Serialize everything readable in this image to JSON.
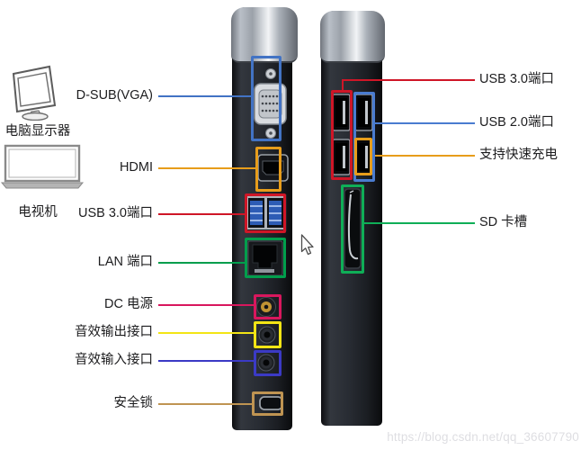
{
  "watermark": {
    "text": "https://blog.csdn.net/qq_36607790"
  },
  "connect_icons": {
    "monitor_label": "电脑显示器",
    "tv_label": "电视机"
  },
  "left_callouts": [
    {
      "label": "D-SUB(VGA)",
      "color": "#4273c4"
    },
    {
      "label": "HDMI",
      "color": "#e79d1b"
    },
    {
      "label": "USB 3.0端口",
      "color": "#cf1627"
    },
    {
      "label": "LAN 端口",
      "color": "#009e4c"
    },
    {
      "label": "DC 电源",
      "color": "#d8175d"
    },
    {
      "label": "音效输出接口",
      "color": "#f3e515"
    },
    {
      "label": "音效输入接口",
      "color": "#3b3ac5"
    },
    {
      "label": "安全锁",
      "color": "#bf9452"
    }
  ],
  "right_callouts": [
    {
      "label": "USB 3.0端口",
      "color": "#cf1627"
    },
    {
      "label": "USB 2.0端口",
      "color": "#4a7cd0"
    },
    {
      "label": "支持快速充电",
      "color": "#e79d1b"
    },
    {
      "label": "SD 卡槽",
      "color": "#0fae57"
    }
  ],
  "port_colors": {
    "usb3_tongue": "#2d5cb5",
    "dc_pin": "#bf9233"
  }
}
